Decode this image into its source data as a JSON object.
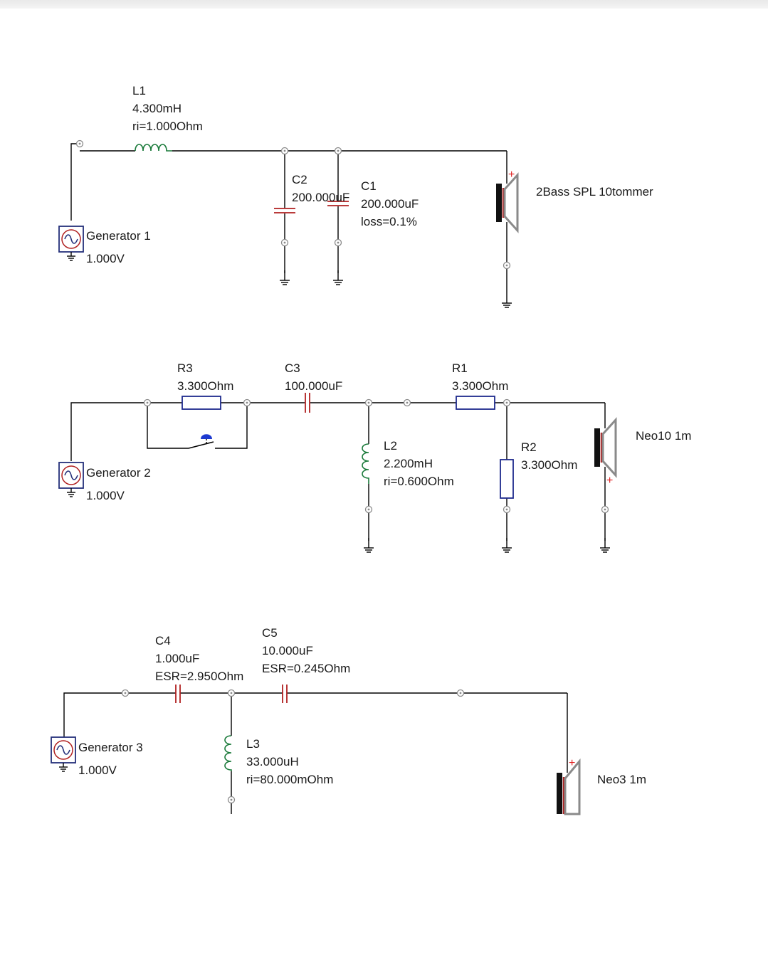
{
  "circuit1": {
    "l1": {
      "name": "L1",
      "value": "4.300mH",
      "ri": "ri=1.000Ohm"
    },
    "c2": {
      "name": "C2",
      "value": "200.000uF"
    },
    "c1": {
      "name": "C1",
      "value": "200.000uF",
      "loss": "loss=0.1%"
    },
    "generator": {
      "name": "Generator 1",
      "voltage": "1.000V"
    },
    "speaker": {
      "name": "2Bass SPL 10tommer"
    }
  },
  "circuit2": {
    "r3": {
      "name": "R3",
      "value": "3.300Ohm"
    },
    "c3": {
      "name": "C3",
      "value": "100.000uF"
    },
    "r1": {
      "name": "R1",
      "value": "3.300Ohm"
    },
    "l2": {
      "name": "L2",
      "value": "2.200mH",
      "ri": "ri=0.600Ohm"
    },
    "r2": {
      "name": "R2",
      "value": "3.300Ohm"
    },
    "generator": {
      "name": "Generator 2",
      "voltage": "1.000V"
    },
    "speaker": {
      "name": "Neo10 1m"
    }
  },
  "circuit3": {
    "c4": {
      "name": "C4",
      "value": "1.000uF",
      "esr": "ESR=2.950Ohm"
    },
    "c5": {
      "name": "C5",
      "value": "10.000uF",
      "esr": "ESR=0.245Ohm"
    },
    "l3": {
      "name": "L3",
      "value": "33.000uH",
      "ri": "ri=80.000mOhm"
    },
    "generator": {
      "name": "Generator 3",
      "voltage": "1.000V"
    },
    "speaker": {
      "name": "Neo3 1m"
    }
  },
  "colors": {
    "wire": "#000000",
    "resistor": "#1e2a8c",
    "inductor": "#1a7a3a",
    "capacitor": "#b02020",
    "speaker_cone": "#9a9a9a",
    "polarity_mark": "#e02020"
  },
  "icons": {
    "generator": "ac-source-icon",
    "ground": "ground-icon",
    "speaker": "speaker-icon",
    "switch": "pushbutton-switch-icon"
  }
}
